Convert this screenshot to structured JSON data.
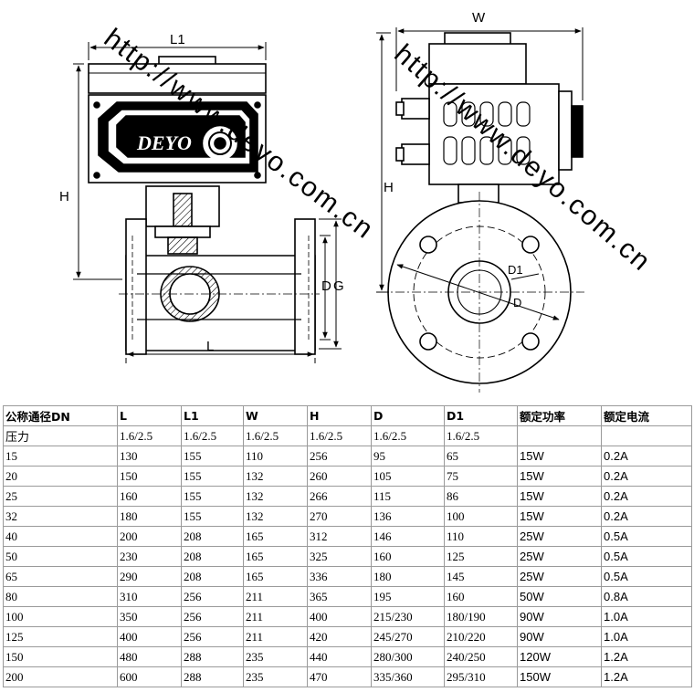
{
  "drawing": {
    "brand": "DEYO",
    "watermark_left": "http://www.deyo.com.cn",
    "watermark_right": "http://www.deyo.com.cn",
    "dims": {
      "L1": "L1",
      "W": "W",
      "H_left": "H",
      "H_right": "H",
      "D_left": "D",
      "G": "G",
      "L": "L",
      "D1": "D1",
      "D_right": "D"
    }
  },
  "table": {
    "headers": [
      "公称通径DN",
      "L",
      "L1",
      "W",
      "H",
      "D",
      "D1",
      "额定功率",
      "额定电流"
    ],
    "rows": [
      [
        "压力",
        "1.6/2.5",
        "1.6/2.5",
        "1.6/2.5",
        "1.6/2.5",
        "1.6/2.5",
        "1.6/2.5",
        "",
        ""
      ],
      [
        "15",
        "130",
        "155",
        "110",
        "256",
        "95",
        "65",
        "15W",
        "0.2A"
      ],
      [
        "20",
        "150",
        "155",
        "132",
        "260",
        "105",
        "75",
        "15W",
        "0.2A"
      ],
      [
        "25",
        "160",
        "155",
        "132",
        "266",
        "115",
        "86",
        "15W",
        "0.2A"
      ],
      [
        "32",
        "180",
        "155",
        "132",
        "270",
        "136",
        "100",
        "15W",
        "0.2A"
      ],
      [
        "40",
        "200",
        "208",
        "165",
        "312",
        "146",
        "110",
        "25W",
        "0.5A"
      ],
      [
        "50",
        "230",
        "208",
        "165",
        "325",
        "160",
        "125",
        "25W",
        "0.5A"
      ],
      [
        "65",
        "290",
        "208",
        "165",
        "336",
        "180",
        "145",
        "25W",
        "0.5A"
      ],
      [
        "80",
        "310",
        "256",
        "211",
        "365",
        "195",
        "160",
        "50W",
        "0.8A"
      ],
      [
        "100",
        "350",
        "256",
        "211",
        "400",
        "215/230",
        "180/190",
        "90W",
        "1.0A"
      ],
      [
        "125",
        "400",
        "256",
        "211",
        "420",
        "245/270",
        "210/220",
        "90W",
        "1.0A"
      ],
      [
        "150",
        "480",
        "288",
        "235",
        "440",
        "280/300",
        "240/250",
        "120W",
        "1.2A"
      ],
      [
        "200",
        "600",
        "288",
        "235",
        "470",
        "335/360",
        "295/310",
        "150W",
        "1.2A"
      ]
    ]
  }
}
